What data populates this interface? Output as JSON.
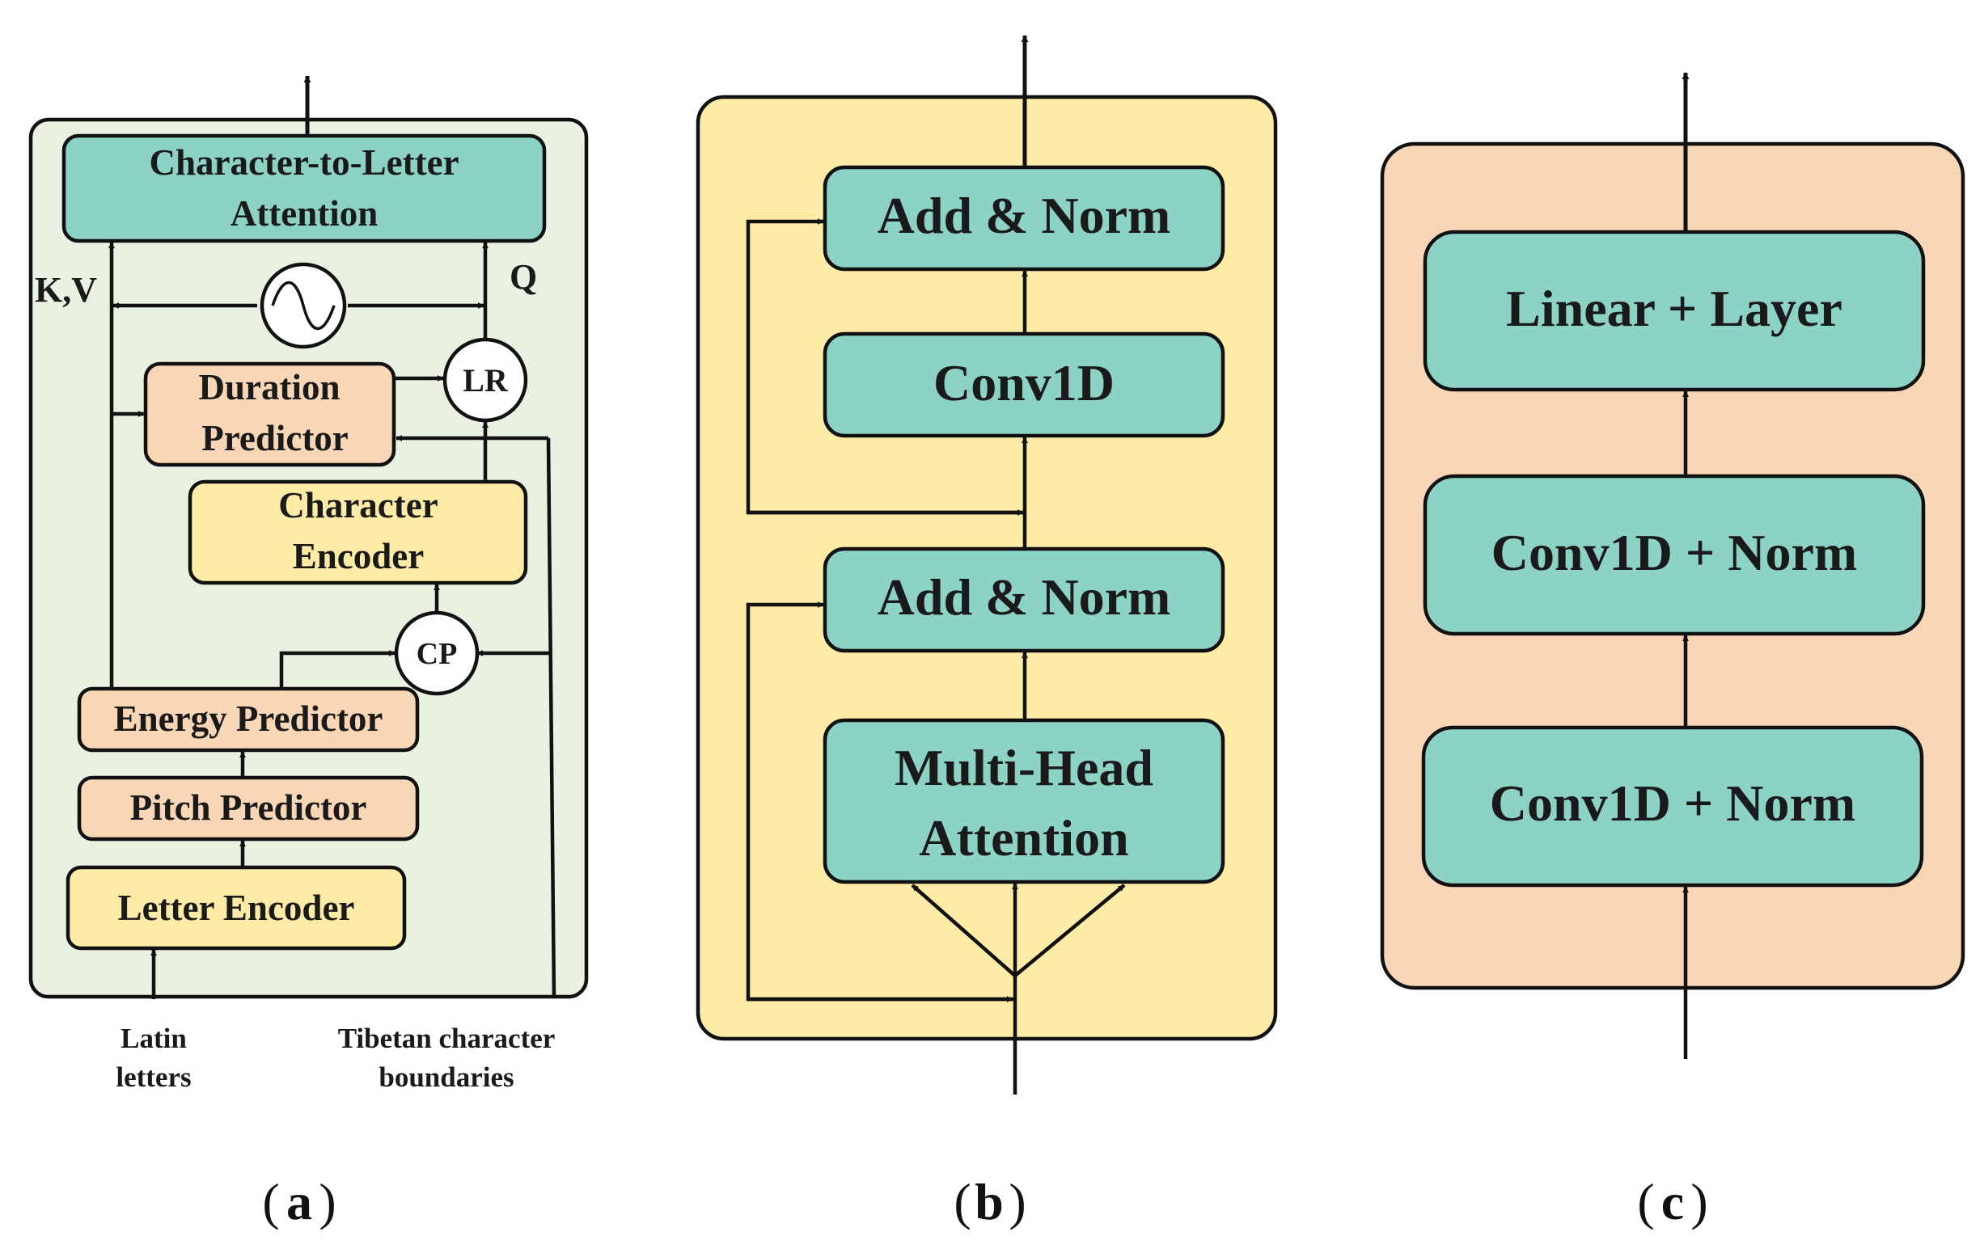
{
  "colors": {
    "panel_a_bg": "#e9f1e1",
    "panel_b_bg": "#fdeba6",
    "panel_c_bg": "#f8d6b6",
    "teal_block": "#8cd3c6",
    "peach_block": "#f8d6b6",
    "yellow_block": "#fdeba6"
  },
  "panel_a": {
    "caption_label": "a",
    "attention": [
      "Character-to-Letter",
      "Attention"
    ],
    "kv_label": "K,V",
    "q_label": "Q",
    "positional_icon": "sine-wave-icon",
    "lr_label": "LR",
    "duration_predictor": [
      "Duration",
      "Predictor"
    ],
    "character_encoder": [
      "Character",
      "Encoder"
    ],
    "cp_label": "CP",
    "energy_predictor": "Energy Predictor",
    "pitch_predictor": "Pitch Predictor",
    "letter_encoder": "Letter Encoder",
    "input_latin": [
      "Latin",
      "letters"
    ],
    "input_tibetan": [
      "Tibetan character",
      "boundaries"
    ]
  },
  "panel_b": {
    "caption_label": "b",
    "add_norm_top": "Add & Norm",
    "conv1d": "Conv1D",
    "add_norm_bottom": "Add & Norm",
    "multi_head_attention": [
      "Multi-Head",
      "Attention"
    ]
  },
  "panel_c": {
    "caption_label": "c",
    "linear_layer": "Linear + Layer",
    "conv_norm_top": "Conv1D + Norm",
    "conv_norm_bottom": "Conv1D + Norm"
  }
}
